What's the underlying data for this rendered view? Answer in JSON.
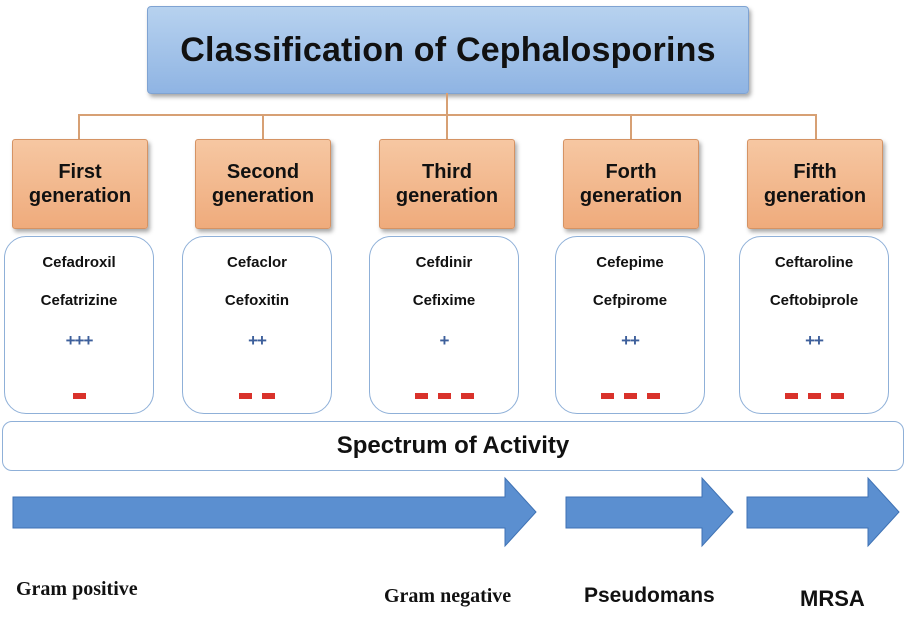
{
  "title": "Classification of Cephalosporins",
  "generations": [
    {
      "line1": "First",
      "line2": "generation",
      "drugs": [
        "Cefadroxil",
        "Cefatrizine"
      ],
      "plus": "+++",
      "minus_count": 1
    },
    {
      "line1": "Second",
      "line2": "generation",
      "drugs": [
        "Cefaclor",
        "Cefoxitin"
      ],
      "plus": "++",
      "minus_count": 2
    },
    {
      "line1": "Third",
      "line2": "generation",
      "drugs": [
        "Cefdinir",
        "Cefixime"
      ],
      "plus": "+",
      "minus_count": 3
    },
    {
      "line1": "Forth",
      "line2": "generation",
      "drugs": [
        "Cefepime",
        "Cefpirome"
      ],
      "plus": "++",
      "minus_count": 3
    },
    {
      "line1": "Fifth",
      "line2": "generation",
      "drugs": [
        "Ceftaroline",
        "Ceftobiprole"
      ],
      "plus": "++",
      "minus_count": 3
    }
  ],
  "spectrum_label": "Spectrum of Activity",
  "arrow_labels": {
    "gram_positive": "Gram positive",
    "gram_negative": "Gram negative",
    "pseudomonas": "Pseudomans",
    "mrsa": "MRSA"
  },
  "colors": {
    "title_fill": "#9dbfe8",
    "generation_fill": "#f2b88d",
    "connector": "#d7a074",
    "box_border": "#8fb0d8",
    "plus": "#3d5f9b",
    "minus": "#d9322b",
    "arrow_fill": "#5b8fd0"
  }
}
